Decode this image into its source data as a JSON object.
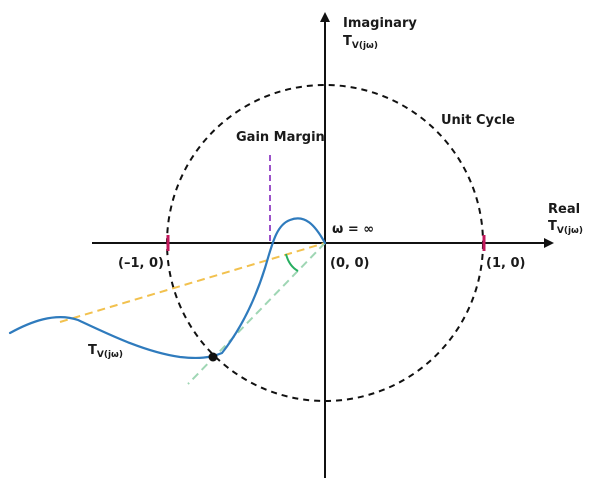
{
  "labels": {
    "imaginary_axis": "Imaginary",
    "imaginary_func": "T",
    "imaginary_func_sub": "V(jω)",
    "real_axis": "Real",
    "real_func": "T",
    "real_func_sub": "V(jω)",
    "unit_circle": "Unit Cycle",
    "gain_margin": "Gain Margin",
    "omega_infinity": "ω = ∞",
    "point_neg1": "(–1, 0)",
    "point_origin": "(0, 0)",
    "point_pos1": "(1, 0)",
    "curve_func": "T",
    "curve_func_sub": "V(jω)"
  },
  "colors": {
    "axes": "#111111",
    "unit_circle": "#111111",
    "nyquist_curve": "#2f7bbd",
    "gain_margin_line": "#9b51c9",
    "phase_line_orange": "#f2c14e",
    "phase_line_green": "#9fd6b4",
    "phase_arc": "#27ae60",
    "tick_marks": "#c2185b",
    "crossing_dot": "#111111"
  }
}
